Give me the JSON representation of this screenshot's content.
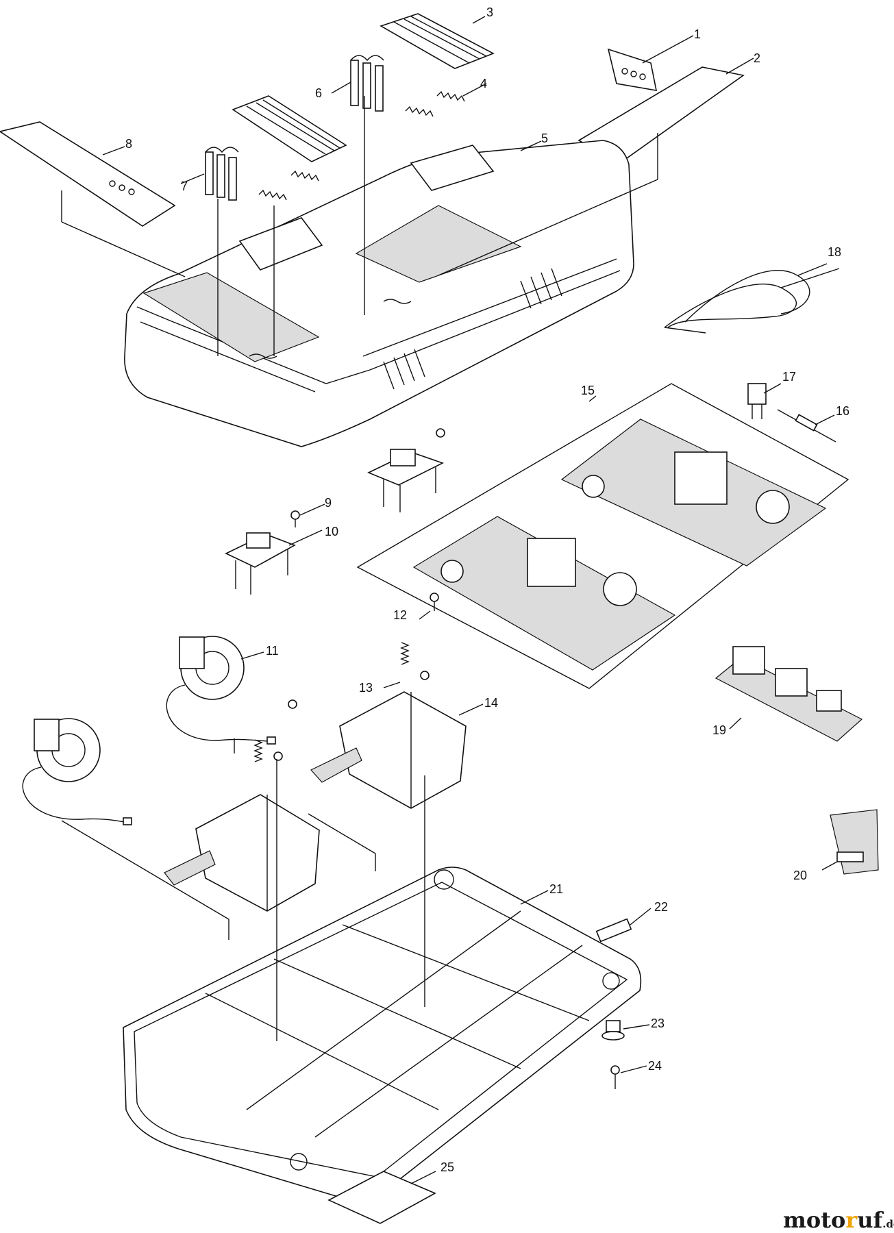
{
  "diagram": {
    "callouts": [
      "1",
      "2",
      "3",
      "4",
      "5",
      "6",
      "7",
      "8",
      "9",
      "10",
      "11",
      "12",
      "13",
      "14",
      "15",
      "16",
      "17",
      "18",
      "19",
      "20",
      "21",
      "22",
      "23",
      "24",
      "25"
    ]
  },
  "watermark": {
    "part1": "moto",
    "part2": "r",
    "part3": "uf",
    "suffix": ".de"
  }
}
